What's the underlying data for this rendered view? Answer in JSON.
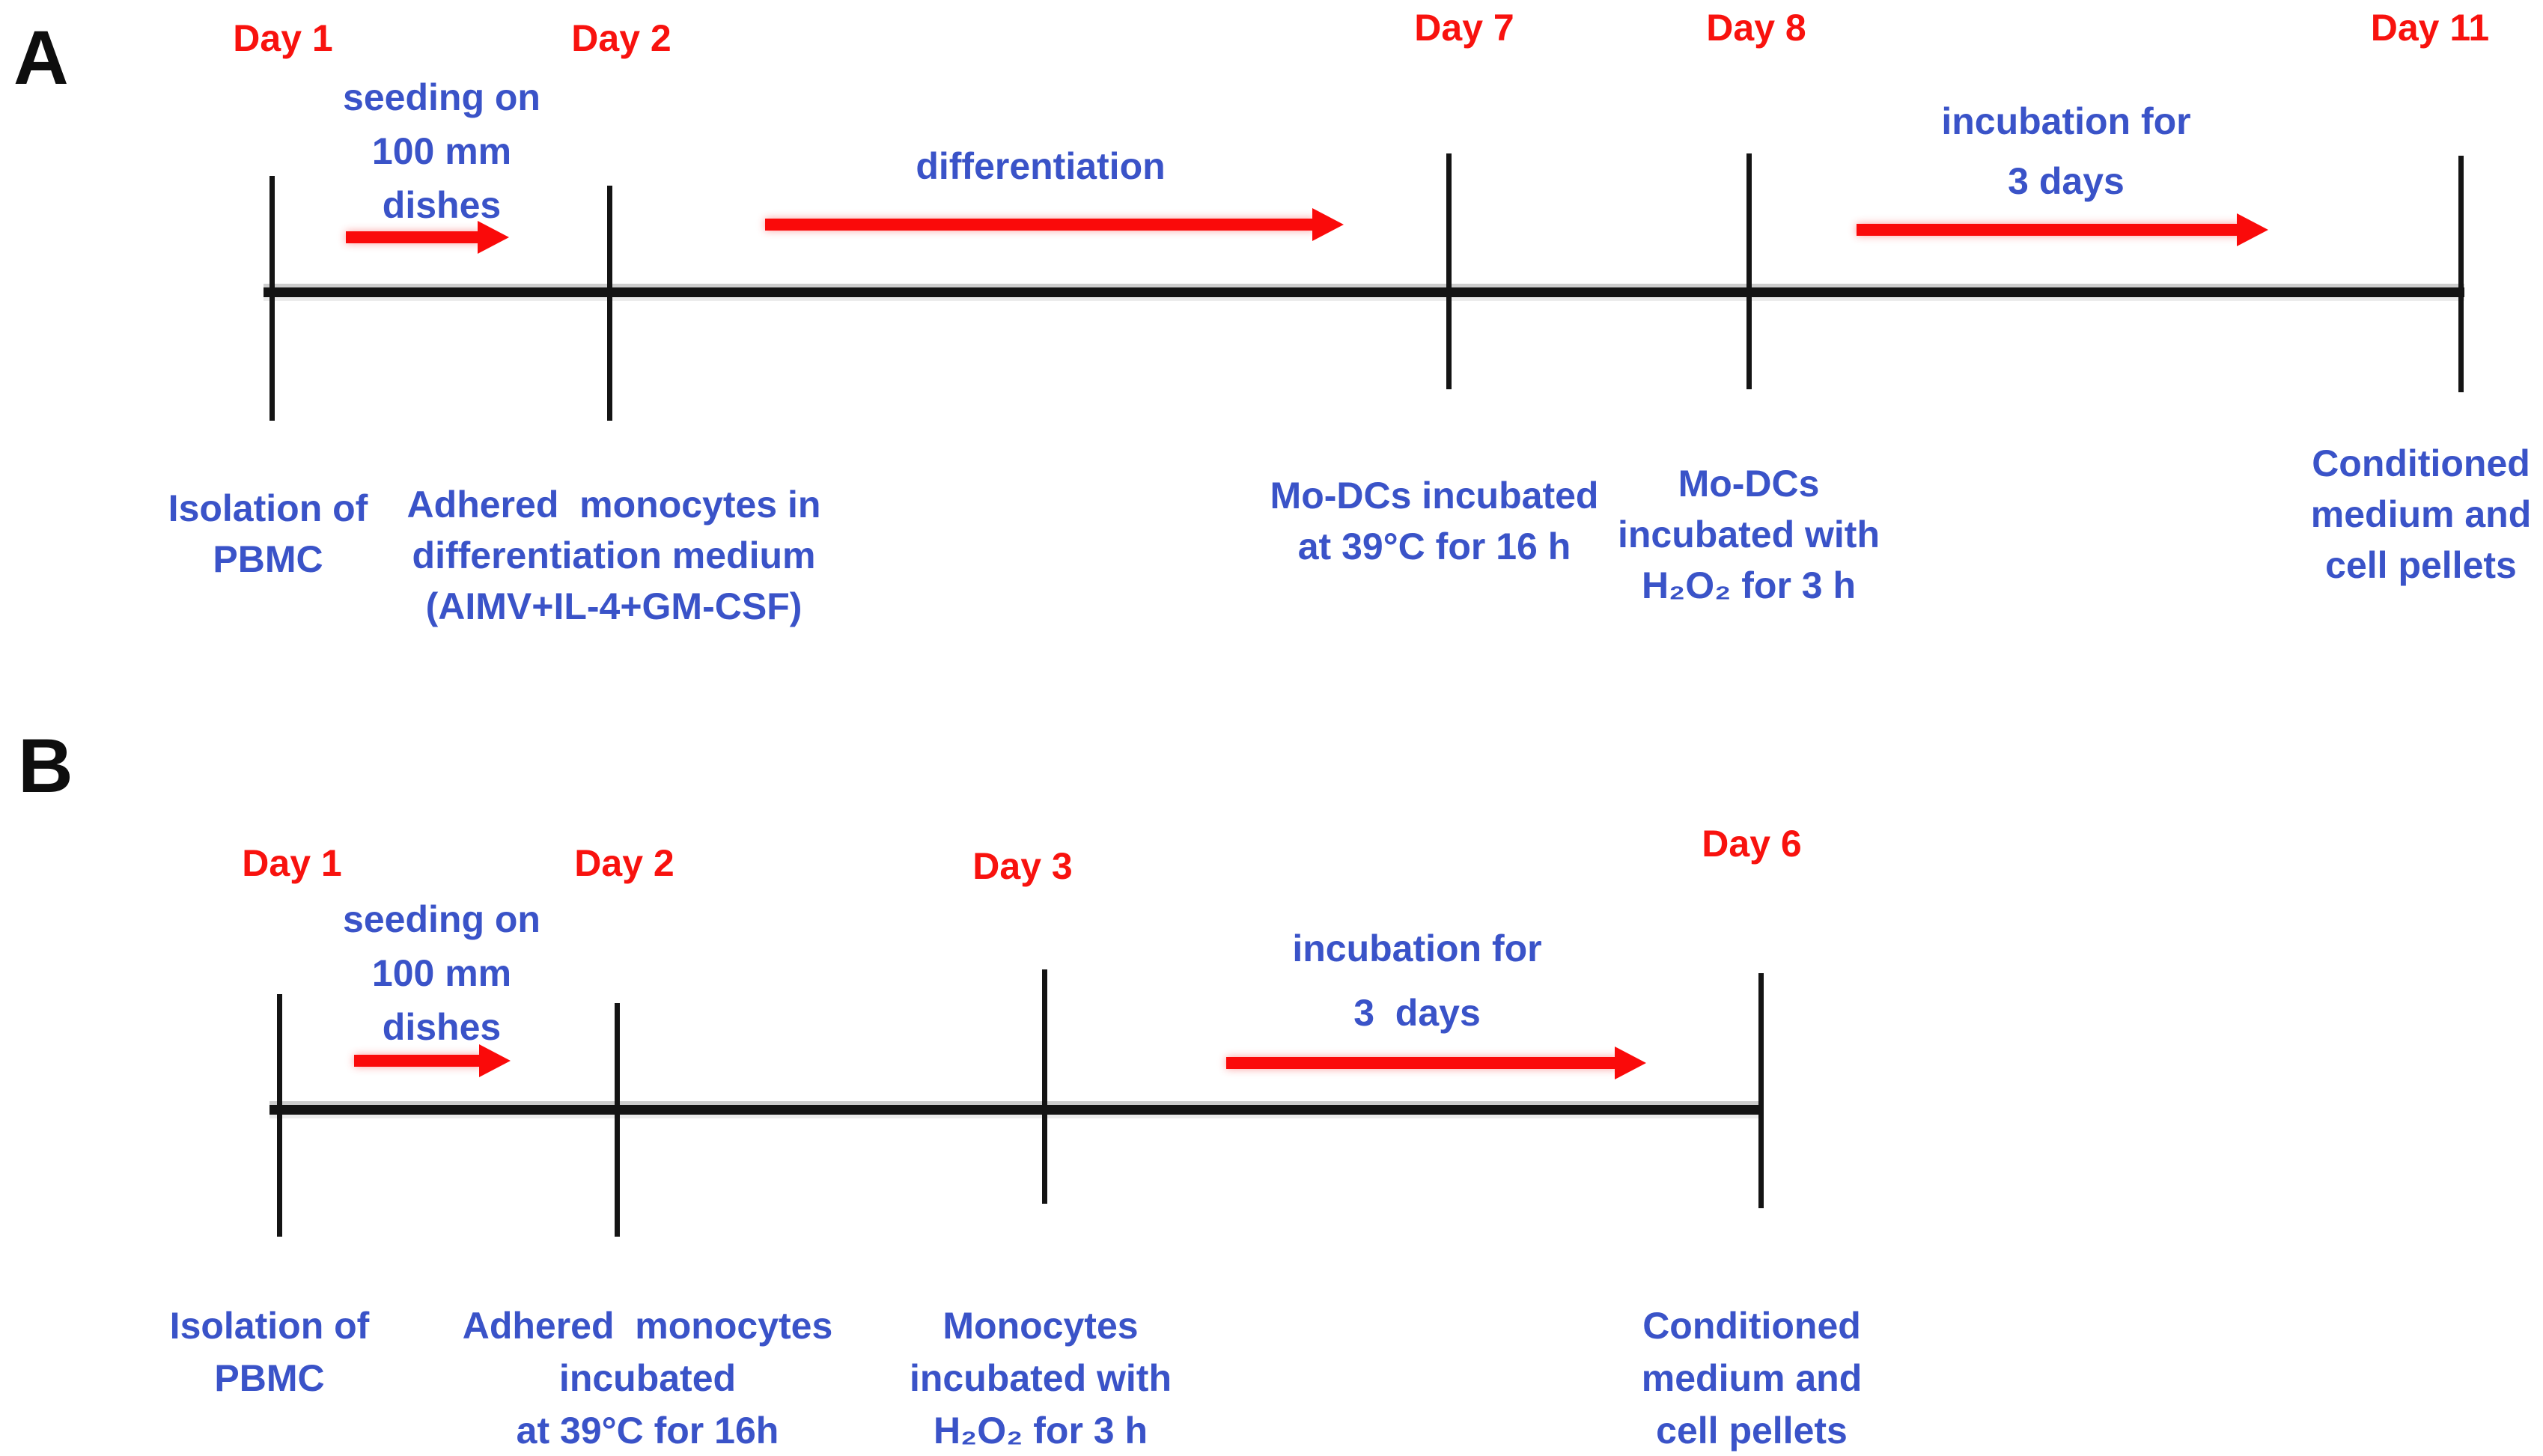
{
  "figure": "Experimental timeline diagram, two protocols",
  "colors": {
    "day_label": "#f8120e",
    "arrow": "#fa0a0a",
    "step_text": "#3a53c8",
    "line": "#141414"
  },
  "panelA": {
    "label": "A",
    "day_labels": [
      "Day 1",
      "Day 2",
      "Day 7",
      "Day 8",
      "Day 11"
    ],
    "step_arrows": [
      {
        "lines": [
          "seeding on",
          "100 mm",
          "dishes"
        ]
      },
      {
        "lines": [
          "differentiation"
        ]
      },
      {
        "lines": [
          "incubation for",
          "3 days"
        ]
      }
    ],
    "timepoints": [
      {
        "lines": [
          "Isolation of",
          "PBMC"
        ]
      },
      {
        "lines": [
          "Adhered  monocytes in",
          "differentiation medium",
          "(AIMV+IL-4+GM-CSF)"
        ]
      },
      {
        "lines": [
          "Mo-DCs incubated",
          "at 39°C for 16 h"
        ]
      },
      {
        "lines": [
          "Mo-DCs",
          "incubated with",
          "H₂O₂ for 3 h"
        ]
      },
      {
        "lines": [
          "Conditioned",
          "medium and",
          "cell pellets"
        ]
      }
    ]
  },
  "panelB": {
    "label": "B",
    "day_labels": [
      "Day 1",
      "Day 2",
      "Day 3",
      "Day 6"
    ],
    "step_arrows": [
      {
        "lines": [
          "seeding on",
          "100 mm",
          "dishes"
        ]
      },
      {
        "lines": [
          "incubation for",
          "3  days"
        ]
      }
    ],
    "timepoints": [
      {
        "lines": [
          "Isolation of",
          "PBMC"
        ]
      },
      {
        "lines": [
          "Adhered  monocytes",
          "incubated",
          "at 39°C for 16h"
        ]
      },
      {
        "lines": [
          "Monocytes",
          "incubated with",
          "H₂O₂ for 3 h"
        ]
      },
      {
        "lines": [
          "Conditioned",
          "medium and",
          "cell pellets"
        ]
      }
    ]
  }
}
